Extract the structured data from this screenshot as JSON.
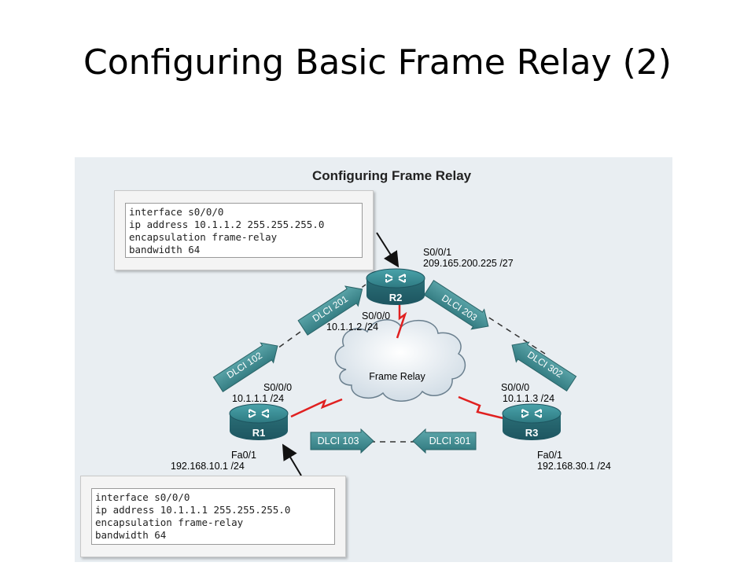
{
  "slide_title": "Configuring Basic Frame Relay (2)",
  "figure_title": "Configuring Frame Relay",
  "cloud_label": "Frame Relay",
  "routers": {
    "r1": "R1",
    "r2": "R2",
    "r3": "R3"
  },
  "interfaces": {
    "r2_s001_name": "S0/0/1",
    "r2_s001_ip": "209.165.200.225 /27",
    "r2_s000_name": "S0/0/0",
    "r2_s000_ip": "10.1.1.2 /24",
    "r1_s000_name": "S0/0/0",
    "r1_s000_ip": "10.1.1.1 /24",
    "r1_fa01_name": "Fa0/1",
    "r1_fa01_ip": "192.168.10.1 /24",
    "r3_s000_name": "S0/0/0",
    "r3_s000_ip": "10.1.1.3 /24",
    "r3_fa01_name": "Fa0/1",
    "r3_fa01_ip": "192.168.30.1 /24"
  },
  "dlci": {
    "d201": "DLCI 201",
    "d102": "DLCI 102",
    "d203": "DLCI 203",
    "d302": "DLCI 302",
    "d103": "DLCI 103",
    "d301": "DLCI 301"
  },
  "config_r2": [
    "interface s0/0/0",
    "ip address 10.1.1.2 255.255.255.0",
    "encapsulation frame-relay",
    "bandwidth 64"
  ],
  "config_r1": [
    "interface s0/0/0",
    "ip address 10.1.1.1 255.255.255.0",
    "encapsulation frame-relay",
    "bandwidth 64"
  ],
  "colors": {
    "router_body": "#2f7f86",
    "dlci_arrow": "#3d8a8f",
    "serial_link": "#e02020",
    "cloud_fill": "#dfe8ef",
    "figure_bg": "#e9eef2"
  }
}
